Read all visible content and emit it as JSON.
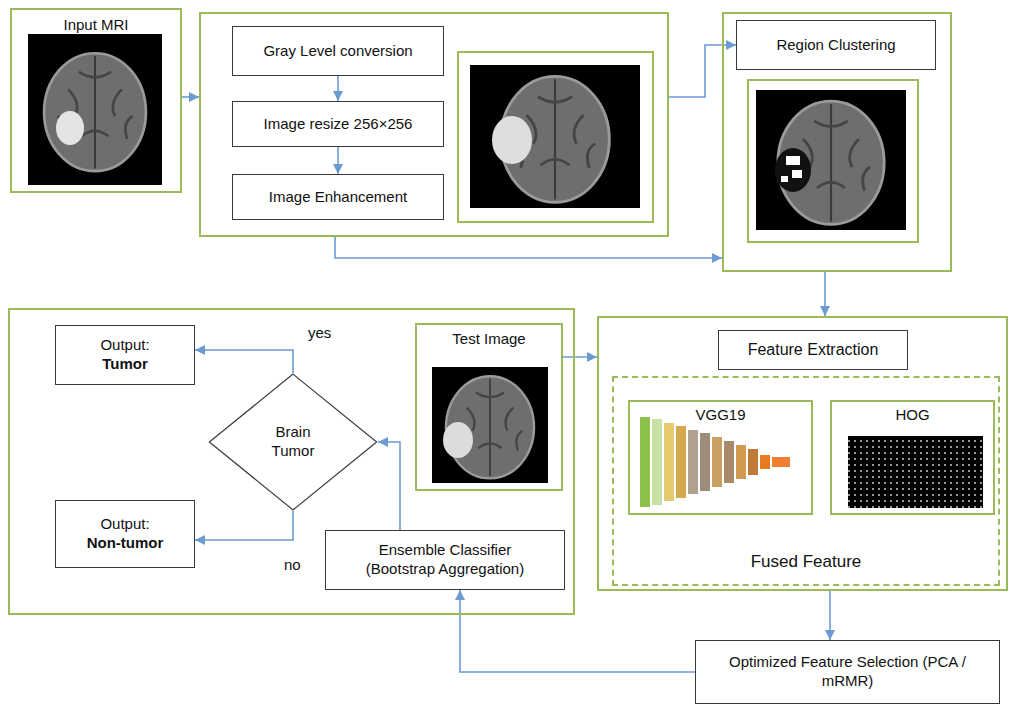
{
  "diagram": {
    "nodes": [
      {
        "text": [
          "Input MRI"
        ]
      },
      {
        "text": []
      },
      {
        "text": [
          "Gray Level conversion"
        ],
        "in": 1
      },
      {
        "text": [
          "Image resize 256×256"
        ],
        "in": 1
      },
      {
        "text": [
          "Image Enhancement"
        ],
        "in": 1
      },
      {
        "text": []
      },
      {
        "text": [
          "Region Clustering"
        ],
        "in": 5
      },
      {
        "text": []
      },
      {
        "text": [
          "Feature Extraction"
        ],
        "in": 7
      },
      {
        "text": [
          "Fused Feature"
        ],
        "in": 7
      },
      {
        "text": [
          "VGG19"
        ],
        "in": 9
      },
      {
        "text": [
          "HOG"
        ],
        "in": 9
      },
      {
        "text": []
      },
      {
        "text": [
          "Output:",
          "Tumor"
        ],
        "in": 12
      },
      {
        "text": [
          "Output:",
          "Non-tumor"
        ],
        "in": 12
      },
      {
        "text": [
          "Test Image"
        ],
        "in": 12
      },
      {
        "text": [
          "Brain Tumor"
        ],
        "in": 12
      },
      {
        "text": [
          "Ensemble Classifier (Bootstrap Aggregation)"
        ],
        "in": 12
      },
      {
        "text": [
          "Optimized Feature Selection (PCA / mRMR)"
        ]
      }
    ],
    "edges": [
      {
        "from": 0,
        "to": 1,
        "arrow": "to"
      },
      {
        "from": 2,
        "to": 3,
        "arrow": "to"
      },
      {
        "from": 3,
        "to": 4,
        "arrow": "to"
      },
      {
        "from": 1,
        "to": 6,
        "arrow": "to"
      },
      {
        "from": 1,
        "to": 5,
        "arrow": "to"
      },
      {
        "from": 5,
        "to": 7,
        "arrow": "to"
      },
      {
        "from": 15,
        "to": 7,
        "arrow": "to"
      },
      {
        "from": 7,
        "to": 18,
        "arrow": "to"
      },
      {
        "from": 18,
        "to": 17,
        "arrow": "to"
      },
      {
        "from": 17,
        "to": 16,
        "arrow": "to"
      },
      {
        "from": 16,
        "to": 13,
        "label": "yes",
        "arrow": "to"
      },
      {
        "from": 16,
        "to": 14,
        "label": "no",
        "arrow": "to"
      }
    ]
  }
}
